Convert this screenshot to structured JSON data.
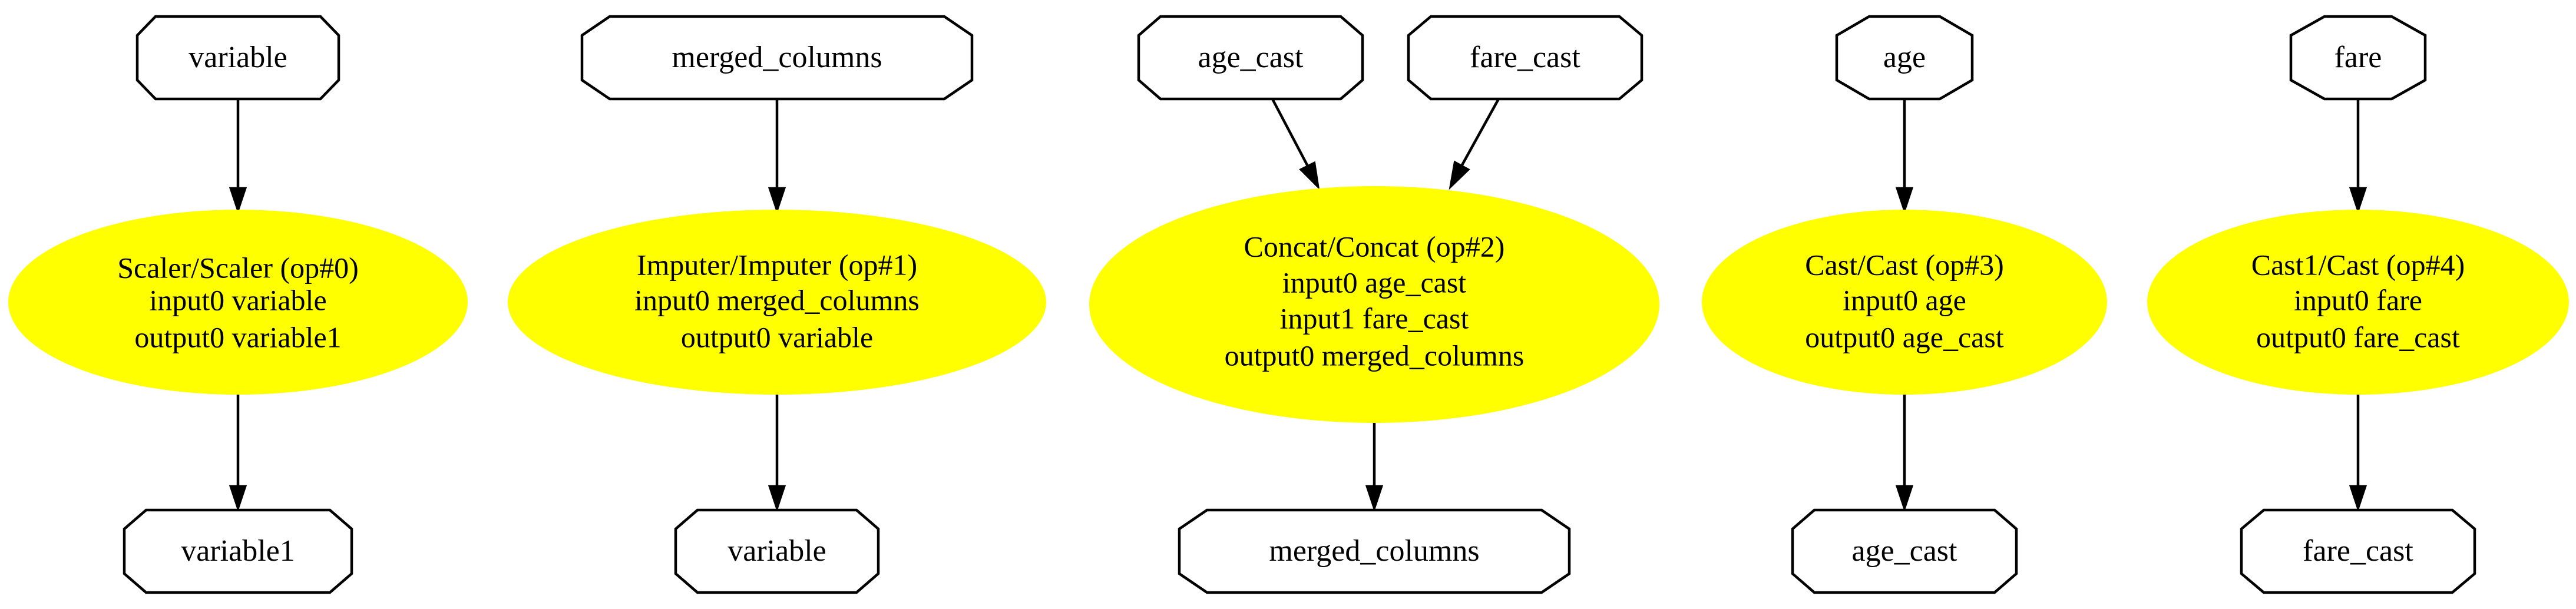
{
  "graph": {
    "colors": {
      "op_fill": "#ffff00",
      "io_fill": "#ffffff",
      "stroke": "#000000"
    },
    "inputs": [
      {
        "id": "variable",
        "label": "variable",
        "shape": "octagon"
      },
      {
        "id": "merged_columns",
        "label": "merged_columns",
        "shape": "octagon"
      },
      {
        "id": "age_cast",
        "label": "age_cast",
        "shape": "octagon"
      },
      {
        "id": "fare_cast",
        "label": "fare_cast",
        "shape": "octagon"
      },
      {
        "id": "age",
        "label": "age",
        "shape": "octagon"
      },
      {
        "id": "fare",
        "label": "fare",
        "shape": "octagon"
      }
    ],
    "operators": [
      {
        "id": "op0",
        "shape": "ellipse",
        "lines": [
          "Scaler/Scaler (op#0)",
          "input0 variable",
          "output0 variable1"
        ]
      },
      {
        "id": "op1",
        "shape": "ellipse",
        "lines": [
          "Imputer/Imputer (op#1)",
          "input0 merged_columns",
          "output0 variable"
        ]
      },
      {
        "id": "op2",
        "shape": "ellipse",
        "lines": [
          "Concat/Concat (op#2)",
          "input0 age_cast",
          "input1 fare_cast",
          "output0 merged_columns"
        ]
      },
      {
        "id": "op3",
        "shape": "ellipse",
        "lines": [
          "Cast/Cast (op#3)",
          "input0 age",
          "output0 age_cast"
        ]
      },
      {
        "id": "op4",
        "shape": "ellipse",
        "lines": [
          "Cast1/Cast (op#4)",
          "input0 fare",
          "output0 fare_cast"
        ]
      }
    ],
    "outputs": [
      {
        "id": "variable1",
        "label": "variable1",
        "shape": "octagon"
      },
      {
        "id": "variable_out",
        "label": "variable",
        "shape": "octagon"
      },
      {
        "id": "merged_columns_out",
        "label": "merged_columns",
        "shape": "octagon"
      },
      {
        "id": "age_cast_out",
        "label": "age_cast",
        "shape": "octagon"
      },
      {
        "id": "fare_cast_out",
        "label": "fare_cast",
        "shape": "octagon"
      }
    ],
    "edges": [
      {
        "from": "variable",
        "to": "op0"
      },
      {
        "from": "op0",
        "to": "variable1"
      },
      {
        "from": "merged_columns",
        "to": "op1"
      },
      {
        "from": "op1",
        "to": "variable_out"
      },
      {
        "from": "age_cast",
        "to": "op2"
      },
      {
        "from": "fare_cast",
        "to": "op2"
      },
      {
        "from": "op2",
        "to": "merged_columns_out"
      },
      {
        "from": "age",
        "to": "op3"
      },
      {
        "from": "op3",
        "to": "age_cast_out"
      },
      {
        "from": "fare",
        "to": "op4"
      },
      {
        "from": "op4",
        "to": "fare_cast_out"
      }
    ]
  }
}
